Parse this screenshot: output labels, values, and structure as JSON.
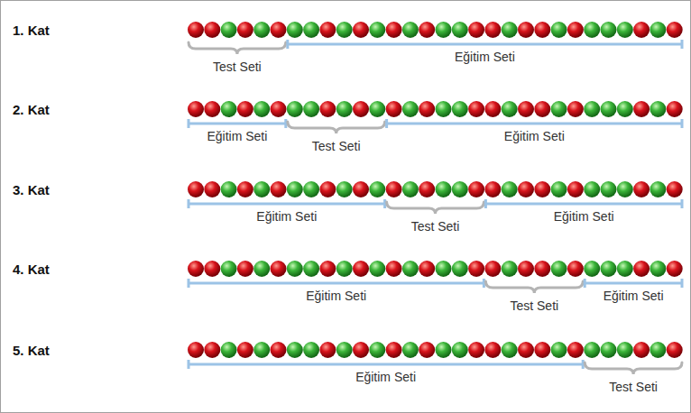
{
  "diagram": {
    "labels": [
      "1. Kat",
      "Test Seti",
      "Eğitim Seti",
      "2. Kat",
      "Eğitim Seti",
      "Test Seti",
      "Eğitim Seti",
      "3. Kat",
      "Eğitim Seti",
      "Test Seti",
      "Eğitim Seti",
      "4. Kat",
      "Eğitim Seti",
      "Test Seti",
      "Eğitim Seti",
      "5. Kat",
      "Eğitim Seti",
      "Test Seti"
    ]
  }
}
